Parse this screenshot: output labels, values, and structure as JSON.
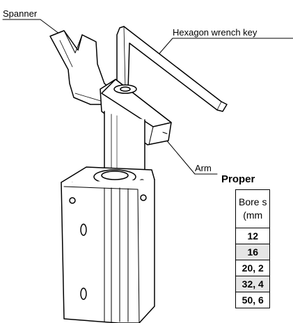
{
  "callouts": {
    "spanner": "Spanner",
    "hexagon_wrench_key": "Hexagon wrench key",
    "arm": "Arm"
  },
  "table": {
    "title": "Proper",
    "header_line1": "Bore s",
    "header_line2": "(mm",
    "rows": [
      "12",
      "16",
      "20, 2",
      "32, 4",
      "50, 6"
    ]
  },
  "colors": {
    "line": "#000000",
    "row_shade": "#e5e5e5",
    "background": "#ffffff"
  }
}
